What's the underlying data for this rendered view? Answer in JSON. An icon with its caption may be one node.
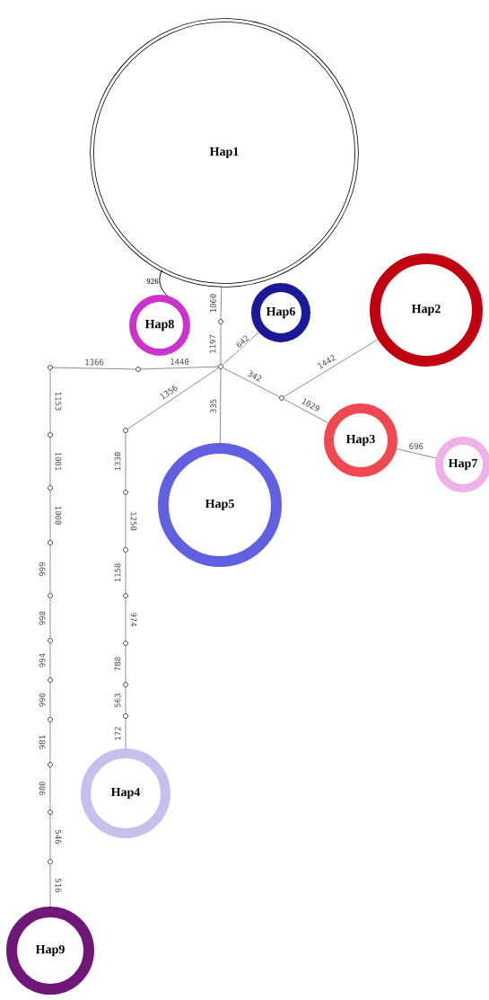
{
  "diagram": {
    "nodes": [
      {
        "text": [
          "Hap1"
        ]
      },
      {
        "text": [
          "Hap8"
        ]
      },
      {
        "text": [
          "Hap6"
        ]
      },
      {
        "text": [
          "Hap2"
        ]
      },
      {
        "text": [
          "Hap5"
        ]
      },
      {
        "text": [
          "Hap3"
        ]
      },
      {
        "text": [
          "Hap7"
        ]
      },
      {
        "text": [
          "Hap4"
        ]
      },
      {
        "text": [
          "Hap9"
        ]
      },
      {
        "text": [],
        "shape": "circle"
      },
      {
        "text": [],
        "shape": "circle"
      },
      {
        "text": [],
        "shape": "circle"
      },
      {
        "text": [],
        "shape": "circle"
      },
      {
        "text": [],
        "shape": "circle"
      },
      {
        "text": [],
        "shape": "circle"
      },
      {
        "text": [],
        "shape": "circle"
      },
      {
        "text": [],
        "shape": "circle"
      },
      {
        "text": [],
        "shape": "circle"
      },
      {
        "text": [],
        "shape": "circle"
      },
      {
        "text": [],
        "shape": "circle"
      },
      {
        "text": [],
        "shape": "circle"
      },
      {
        "text": [],
        "shape": "circle"
      },
      {
        "text": [],
        "shape": "circle"
      },
      {
        "text": [],
        "shape": "circle"
      },
      {
        "text": [],
        "shape": "circle"
      },
      {
        "text": [],
        "shape": "circle"
      },
      {
        "text": [],
        "shape": "circle"
      },
      {
        "text": [],
        "shape": "circle"
      },
      {
        "text": [],
        "shape": "circle"
      },
      {
        "text": [],
        "shape": "circle"
      },
      {
        "text": [],
        "shape": "circle"
      }
    ],
    "edges": [
      {
        "from": 0,
        "to": 1,
        "arrow": "none",
        "label": "926"
      },
      {
        "from": 0,
        "to": 9,
        "arrow": "none",
        "label": "1060"
      },
      {
        "from": 9,
        "to": 12,
        "arrow": "none",
        "label": "1197"
      },
      {
        "from": 12,
        "to": 2,
        "arrow": "none",
        "label": "642"
      },
      {
        "from": 12,
        "to": 11,
        "arrow": "none",
        "label": "1440"
      },
      {
        "from": 11,
        "to": 10,
        "arrow": "none",
        "label": "1366"
      },
      {
        "from": 10,
        "to": 15,
        "arrow": "none",
        "label": "1153"
      },
      {
        "from": 15,
        "to": 16,
        "arrow": "none",
        "label": "1001"
      },
      {
        "from": 16,
        "to": 18,
        "arrow": "none",
        "label": "1000"
      },
      {
        "from": 18,
        "to": 20,
        "arrow": "none",
        "label": "999"
      },
      {
        "from": 20,
        "to": 22,
        "arrow": "none",
        "label": "998"
      },
      {
        "from": 22,
        "to": 24,
        "arrow": "none",
        "label": "994"
      },
      {
        "from": 24,
        "to": 27,
        "arrow": "none",
        "label": "990"
      },
      {
        "from": 27,
        "to": 28,
        "arrow": "none",
        "label": "981"
      },
      {
        "from": 28,
        "to": 29,
        "arrow": "none",
        "label": "980"
      },
      {
        "from": 29,
        "to": 30,
        "arrow": "none",
        "label": "546"
      },
      {
        "from": 30,
        "to": 8,
        "arrow": "none",
        "label": "516"
      },
      {
        "from": 12,
        "to": 14,
        "arrow": "none",
        "label": "1356"
      },
      {
        "from": 14,
        "to": 17,
        "arrow": "none",
        "label": "1330"
      },
      {
        "from": 17,
        "to": 19,
        "arrow": "none",
        "label": "1250"
      },
      {
        "from": 19,
        "to": 21,
        "arrow": "none",
        "label": "1158"
      },
      {
        "from": 21,
        "to": 23,
        "arrow": "none",
        "label": "974"
      },
      {
        "from": 23,
        "to": 25,
        "arrow": "none",
        "label": "788"
      },
      {
        "from": 25,
        "to": 26,
        "arrow": "none",
        "label": "563"
      },
      {
        "from": 26,
        "to": 7,
        "arrow": "none",
        "label": "172"
      },
      {
        "from": 12,
        "to": 4,
        "arrow": "none",
        "label": "335"
      },
      {
        "from": 12,
        "to": 13,
        "arrow": "none",
        "label": "342"
      },
      {
        "from": 13,
        "to": 3,
        "arrow": "none",
        "label": "1442"
      },
      {
        "from": 13,
        "to": 5,
        "arrow": "none",
        "label": "1029"
      },
      {
        "from": 5,
        "to": 6,
        "arrow": "none",
        "label": "696"
      }
    ]
  }
}
